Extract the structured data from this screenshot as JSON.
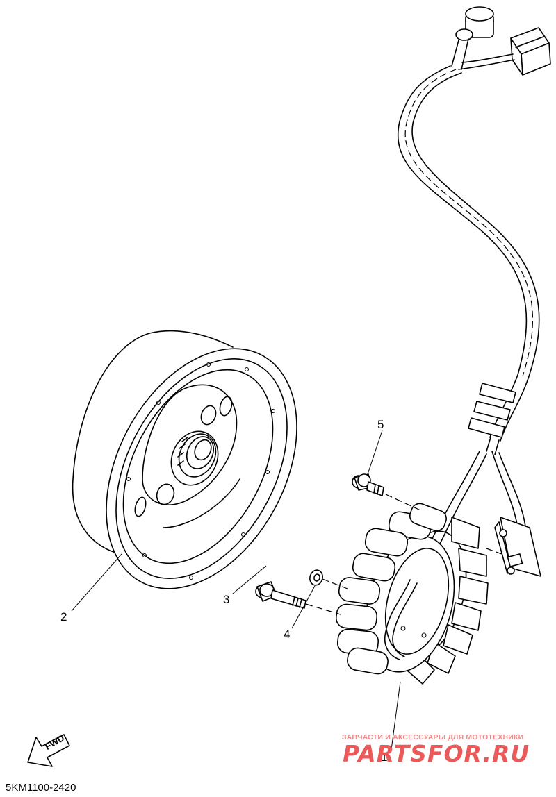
{
  "callouts": [
    "1",
    "2",
    "3",
    "4",
    "5"
  ],
  "direction_label": "FWD",
  "diagram_code": "5KM1100-2420",
  "watermark": {
    "tagline": "ЗАПЧАСТИ И АКСЕССУАРЫ ДЛЯ МОТОТЕХНИКИ",
    "brand": "PARTSFOR.RU"
  },
  "colors": {
    "ink": "#000000",
    "watermark": "#ea5a5a"
  }
}
